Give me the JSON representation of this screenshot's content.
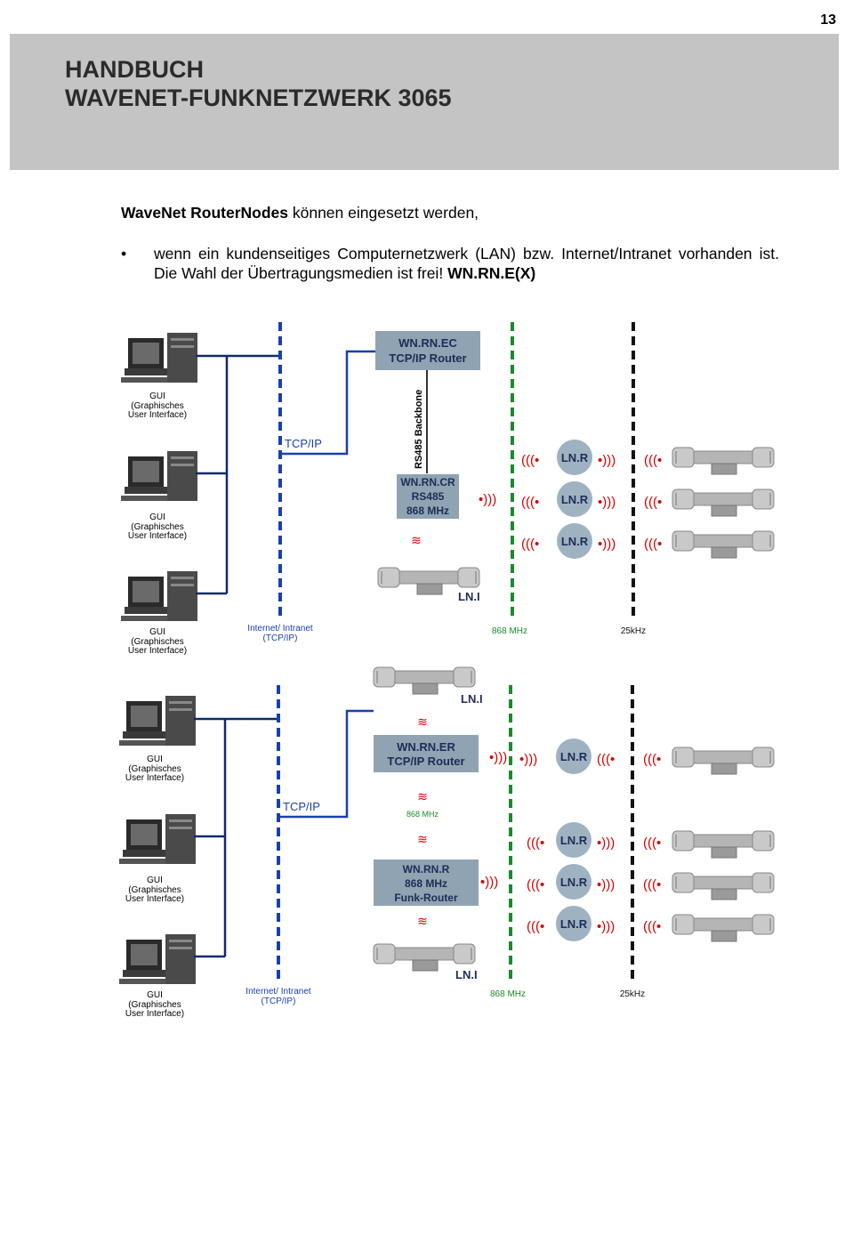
{
  "page_number": "13",
  "header": {
    "line1": "HANDBUCH",
    "line2": "WAVENET-FUNKNETZWERK 3065"
  },
  "intro": {
    "bold": "WaveNet RouterNodes",
    "rest": " können eingesetzt werden,"
  },
  "bullet": {
    "symbol": "•",
    "text": "wenn ein kundenseitiges Computernetzwerk (LAN) bzw. Internet/Intranet vorhanden ist. Die Wahl der Übertragungsmedien ist frei! ",
    "bold": "WN.RN.E(X)"
  },
  "diagram_top": {
    "gui_line1": "GUI",
    "gui_line2": "(Graphisches",
    "gui_line3": "User Interface)",
    "tcpip": "TCP/IP",
    "router_ec_1": "WN.RN.EC",
    "router_ec_2": "TCP/IP Router",
    "backbone": "RS485 Backbone",
    "router_cr_1": "WN.RN.CR",
    "router_cr_2": "RS485",
    "router_cr_3": "868 MHz",
    "lnr": "LN.R",
    "lni": "LN.I",
    "internet_1": "Internet/ Intranet",
    "internet_2": "(TCP/IP)",
    "freq_868": "868 MHz",
    "freq_25": "25kHz"
  },
  "diagram_bottom": {
    "gui_line1": "GUI",
    "gui_line2": "(Graphisches",
    "gui_line3": "User Interface)",
    "tcpip": "TCP/IP",
    "router_er_1": "WN.RN.ER",
    "router_er_2": "TCP/IP Router",
    "mid_868": "868 MHz",
    "router_r_1": "WN.RN.R",
    "router_r_2": "868 MHz",
    "router_r_3": "Funk-Router",
    "lnr": "LN.R",
    "lni": "LN.I",
    "internet_1": "Internet/ Intranet",
    "internet_2": "(TCP/IP)",
    "freq_868": "868 MHz",
    "freq_25": "25kHz"
  },
  "colors": {
    "header_band": "#c4c4c4",
    "tcpip_line": "#1a3fb0",
    "lan_line": "#0e2a6a",
    "freq868_line": "#1c8a2a",
    "freq25_line": "#111111",
    "router_box": "#8fa3b3",
    "lnr_circle": "#9fb2c2",
    "signal_red": "#d80000"
  },
  "icons": [
    "computer-icon",
    "lock-cylinder-icon",
    "radio-signal-icon"
  ]
}
